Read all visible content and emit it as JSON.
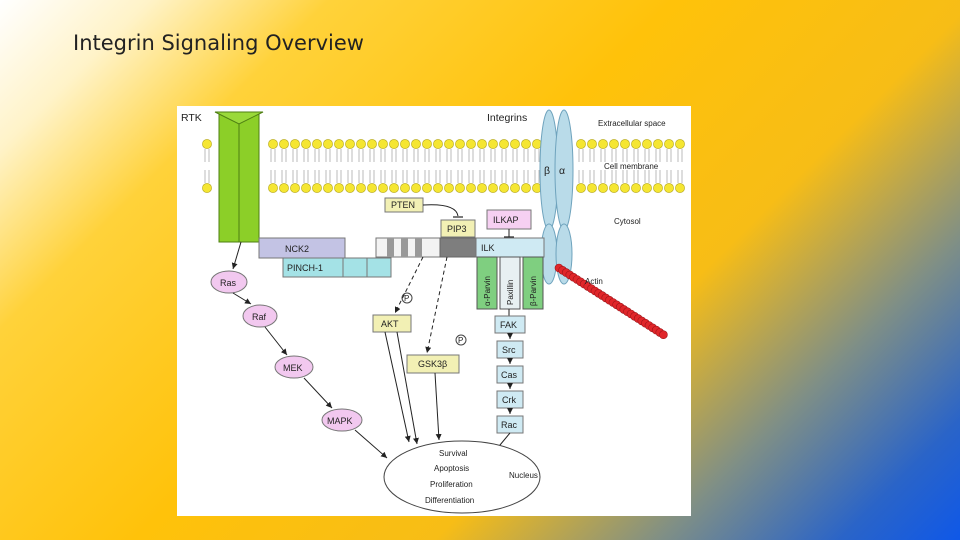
{
  "slide": {
    "title": "Integrin Signaling Overview"
  },
  "diagram": {
    "rtk": "RTK",
    "integrins": "Integrins",
    "beta": "β",
    "alpha": "α",
    "extracellular": "Extracellular space",
    "membrane": "Cell membrane",
    "cytosol": "Cytosol",
    "pten": "PTEN",
    "pip3": "PIP3",
    "ilkap": "ILKAP",
    "ilk": "ILK",
    "nck2": "NCK2",
    "pinch": "PINCH-1",
    "alpha_parvin": "α-Parvin",
    "paxillin": "Paxillin",
    "beta_parvin": "β-Parvin",
    "actin": "Actin",
    "ras": "Ras",
    "raf": "Raf",
    "mek": "MEK",
    "mapk": "MAPK",
    "akt": "AKT",
    "gsk": "GSK3β",
    "p_mark": "P",
    "fak": "FAK",
    "src": "Src",
    "cas": "Cas",
    "crk": "Crk",
    "rac": "Rac",
    "nucleus": "Nucleus",
    "outcomes": [
      "Survival",
      "Apoptosis",
      "Proliferation",
      "Differentiation"
    ]
  }
}
